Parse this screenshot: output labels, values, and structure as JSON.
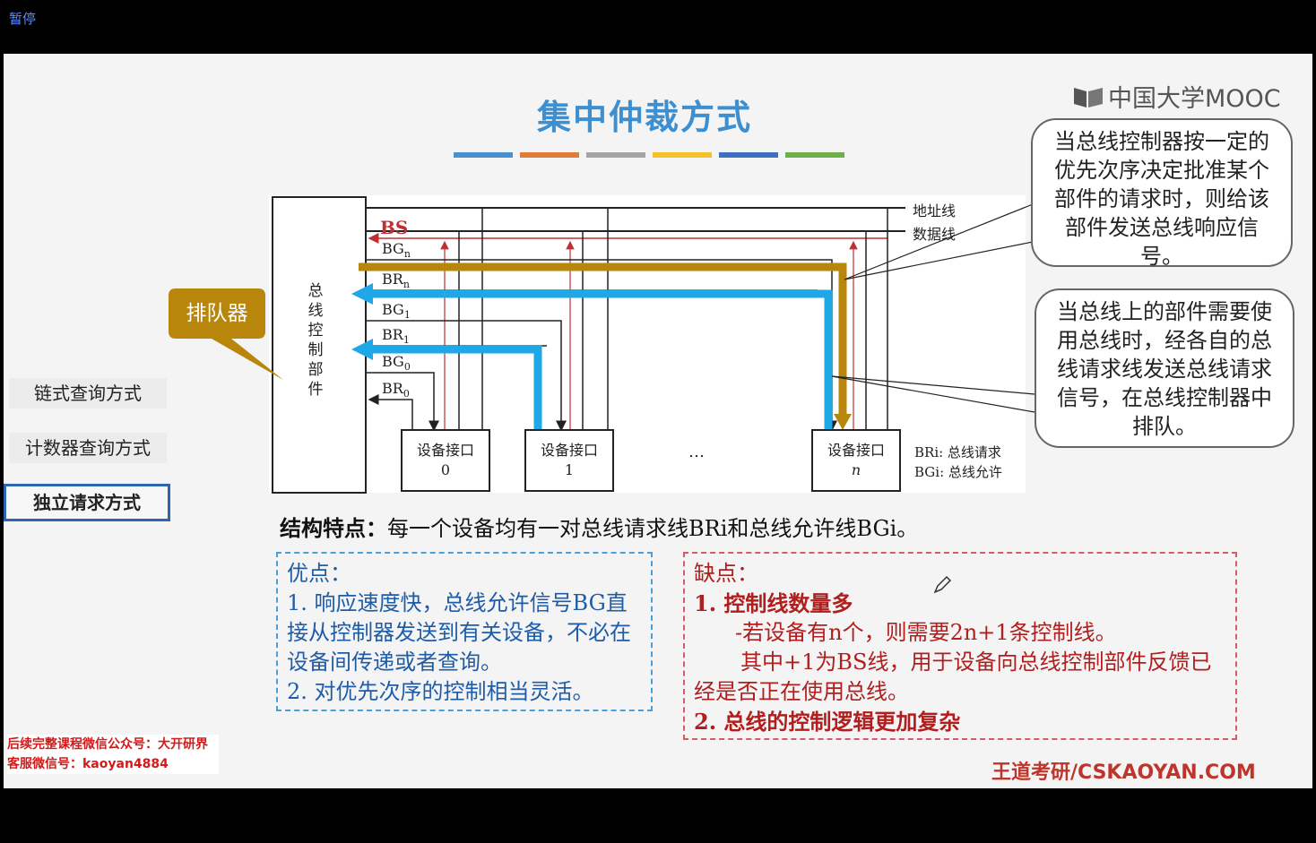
{
  "player": {
    "pause_label": "暂停"
  },
  "slide": {
    "title": "集中仲裁方式",
    "color_bar": [
      "#4a90d0",
      "#e07b39",
      "#a5a5a5",
      "#f3c12a",
      "#3f6fc2",
      "#6db04a"
    ],
    "logo_text": "中国大学MOOC",
    "nav": {
      "chain": "链式查询方式",
      "counter": "计数器查询方式",
      "independent": "独立请求方式"
    },
    "queue_label": "排队器",
    "diagram": {
      "controller": "总线控制部件",
      "address_line": "地址线",
      "data_line": "数据线",
      "bs": "BS",
      "bgn": "BG",
      "brn": "BR",
      "bg1": "BG",
      "br1": "BR",
      "bg0": "BG",
      "br0": "BR",
      "sub_n": "n",
      "sub_1": "1",
      "sub_0": "0",
      "device_label": "设备接口",
      "device0_num": "0",
      "device1_num": "1",
      "devicen_num": "n",
      "ellipsis": "…",
      "legend_br": "BRi: 总线请求",
      "legend_bg": "BGi: 总线允许"
    },
    "callout_grant": "当总线控制器按一定的优先次序决定批准某个部件的请求时，则给该部件发送总线响应信号。",
    "callout_request": "当总线上的部件需要使用总线时，经各自的总线请求线发送总线请求信号，在总线控制器中排队。",
    "feature_label": "结构特点：",
    "feature_text": "每一个设备均有一对总线请求线BRi和总线允许线BGi。",
    "advantages": {
      "label": "优点：",
      "line1": "1.  响应速度快，总线允许信号BG直接从控制器发送到有关设备，不必在设备间传递或者查询。",
      "line2": "2.  对优先次序的控制相当灵活。"
    },
    "disadvantages": {
      "label": "缺点：",
      "line1": "1.  控制线数量多",
      "line2": "-若设备有n个，则需要2n+1条控制线。",
      "line3": "其中+1为BS线，用于设备向总线控制部件反馈已经是否正在使用总线。",
      "line4": "2.  总线的控制逻辑更加复杂"
    },
    "footnote": {
      "line1": "后续完整课程微信公众号：大开研界",
      "line2": "客服微信号：kaoyan4884"
    },
    "brand": "王道考研/CSKAOYAN.COM"
  }
}
